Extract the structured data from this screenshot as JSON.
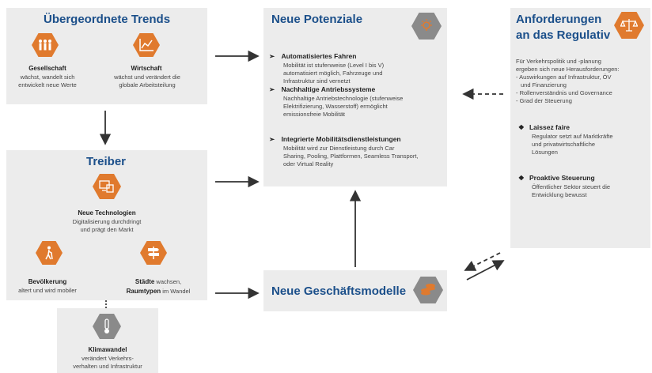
{
  "trends": {
    "title": "Übergeordnete Trends",
    "gesellschaft_title": "Gesellschaft",
    "gesellschaft_text1": "wächst, wandelt sich",
    "gesellschaft_text2": "entwickelt neue Werte",
    "wirtschaft_title": "Wirtschaft",
    "wirtschaft_text1": "wächst und verändert die",
    "wirtschaft_text2": "globale Arbeitsteilung"
  },
  "treiber": {
    "title": "Treiber",
    "tech_title": "Neue Technologien",
    "tech_text1": "Digitalisierung durchdringt",
    "tech_text2": "und prägt den Markt",
    "bev_title": "Bevölkerung",
    "bev_text": "altert und wird mobiler",
    "staedte_title": "Städte",
    "staedte_text": " wachsen,",
    "raum_title": "Raumtypen",
    "raum_text": " im Wandel",
    "klima_title": "Klimawandel",
    "klima_text1": "verändert Verkehrs-",
    "klima_text2": "verhalten und Infrastruktur"
  },
  "potenziale": {
    "title": "Neue Potenziale",
    "items": [
      {
        "head": "Automatisiertes Fahren",
        "lines": [
          "Mobilität ist stufenweise (Level I bis V)",
          "automatisiert möglich, Fahrzeuge und",
          "Infrastruktur sind vernetzt"
        ]
      },
      {
        "head": "Nachhaltige Antriebssysteme",
        "lines": [
          "Nachhaltige Antriebstechnologie (stufenweise",
          "Elektrifizierung, Wasserstoff) ermöglicht",
          "emissionsfreie Mobilität"
        ]
      },
      {
        "head": "Integrierte Mobilitätsdienstleistungen",
        "lines": [
          "Mobilität wird zur Dienstleistung durch Car",
          "Sharing, Pooling, Plattformen, Seamless Transport,",
          "oder Virtual Reality"
        ]
      }
    ]
  },
  "geschaeft": {
    "title": "Neue Geschäftsmodelle"
  },
  "regulativ": {
    "title1": "Anforderungen",
    "title2": "an das Regulativ",
    "intro": [
      "Für Verkehrspolitik und -planung",
      "ergeben sich neue Herausforderungen:",
      "- Auswirkungen auf Infrastruktur, ÖV",
      "  und Finanzierung",
      "- Rollenverständnis und Governance",
      "- Grad der Steuerung"
    ],
    "laissez_head": "Laissez faire",
    "laissez_lines": [
      "Regulator setzt auf Marktkräfte",
      "und privatwirtschaftliche",
      "Lösungen"
    ],
    "proaktiv_head": "Proaktive Steuerung",
    "proaktiv_lines": [
      "Öffentlicher Sektor steuert die",
      "Entwicklung bewusst"
    ]
  },
  "colors": {
    "accent": "#e07a2e",
    "title_blue": "#1b4f8a",
    "panel": "#ececec"
  },
  "icons": [
    "people-icon",
    "chart-icon",
    "devices-icon",
    "walker-icon",
    "signpost-icon",
    "thermometer-icon",
    "lightbulb-icon",
    "coins-icon",
    "scales-icon"
  ]
}
